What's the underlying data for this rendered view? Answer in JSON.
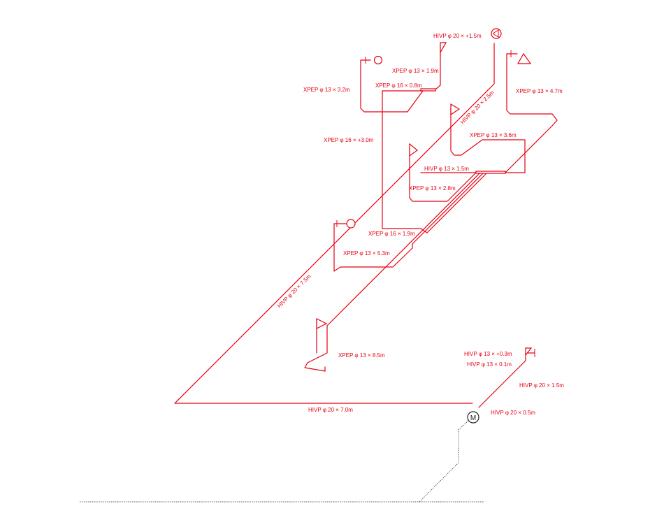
{
  "colors": {
    "pipe": "#e60012",
    "ground": "#555555",
    "meter": "#222222"
  },
  "labels": {
    "top_hivp": "HIVP φ 20 × +1.5m",
    "l_13_1_9": "XPEP φ 13 × 1.9m",
    "l_13_3_2": "XPEP φ 13 × 3.2m",
    "l_16_0_8": "XPEP φ 16 × 0.8m",
    "l_13_4_7": "XPEP φ 13 × 4.7m",
    "l_hivp_2_5": "HIVP φ 20 × 2.5m",
    "l_13_3_6": "XPEP φ 13 × 3.6m",
    "l_16_3_0": "XPEP φ 16 × +3.0m",
    "l_hivp_13_1_5": "HIVP φ 13 × 1.5m",
    "l_13_2_8": "XPEP φ 13 × 2.8m",
    "l_16_1_9": "XPEP φ 16 × 1.9m",
    "l_13_5_3": "XPEP φ 13 × 5.3m",
    "l_hivp_7_5": "HIVP φ 20 × 7.5m",
    "l_13_8_5": "XPEP φ 13 × 8.5m",
    "l_hivp_13_0_3": "HIVP φ 13 × +0.3m",
    "l_hivp_13_0_1": "HIVP φ 13 × 0.1m",
    "l_hivp_20_1_5": "HIVP φ 20 × 1.5m",
    "l_hivp_20_7_0": "HIVP φ 20 × 7.0m",
    "l_hivp_20_0_5": "HIVP φ 20 × 0.5m",
    "meter_symbol": "M"
  },
  "icons": {
    "meter": "water-meter-icon",
    "fixture_circle": "faucet-circle-icon",
    "fixture_flag": "faucet-flag-icon",
    "fixture_triangle": "faucet-triangle-icon"
  }
}
